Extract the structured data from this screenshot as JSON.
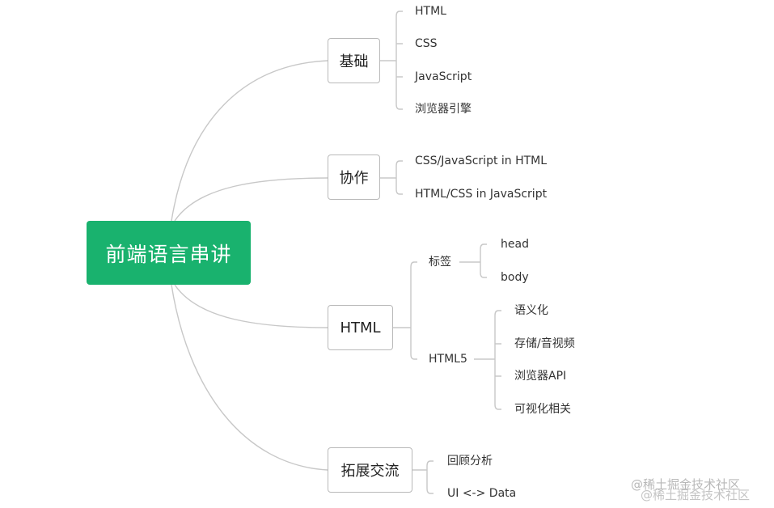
{
  "root": {
    "label": "前端语言串讲",
    "color": "#19b26e"
  },
  "branches": {
    "basics": {
      "label": "基础",
      "items": [
        "HTML",
        "CSS",
        "JavaScript",
        "浏览器引擎"
      ]
    },
    "collab": {
      "label": "协作",
      "items": [
        "CSS/JavaScript in HTML",
        "HTML/CSS in JavaScript"
      ]
    },
    "html": {
      "label": "HTML",
      "tags": {
        "label": "标签",
        "items": [
          "head",
          "body"
        ]
      },
      "html5": {
        "label": "HTML5",
        "items": [
          "语义化",
          "存储/音视频",
          "浏览器API",
          "可视化相关"
        ]
      }
    },
    "ext": {
      "label": "拓展交流",
      "items": [
        "回顾分析",
        "UI <-> Data"
      ]
    }
  },
  "watermark": "@稀土掘金技术社区"
}
